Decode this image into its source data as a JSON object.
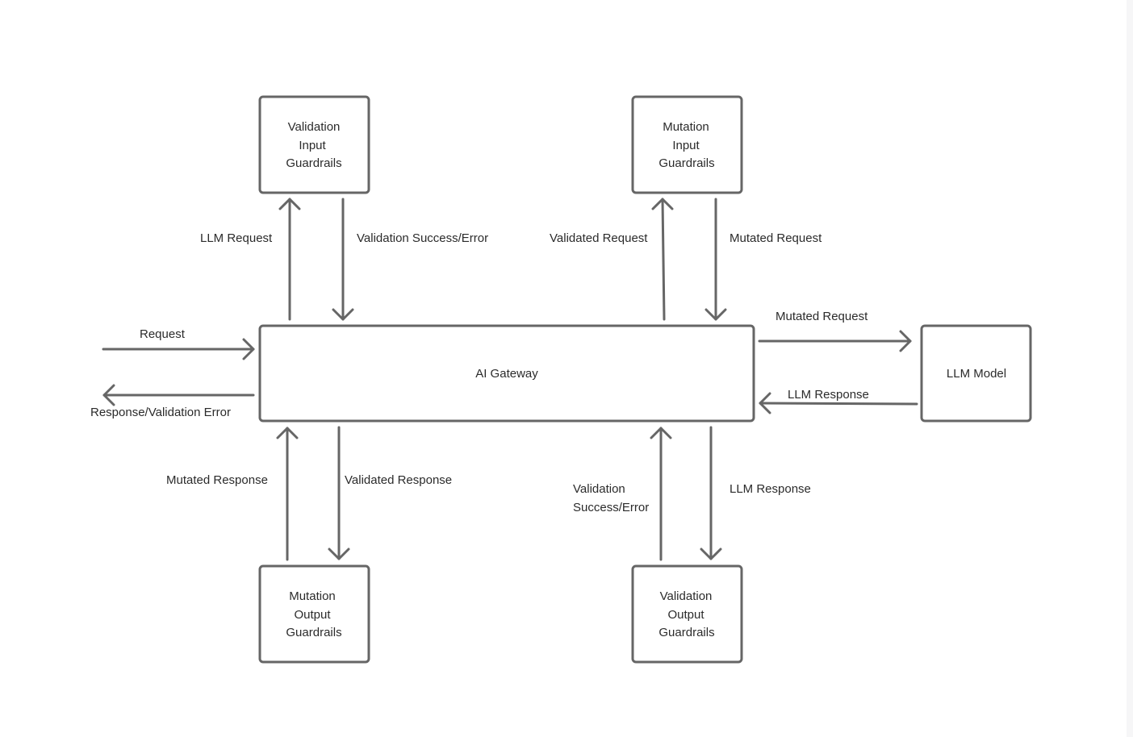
{
  "boxes": {
    "validation_input": [
      "Validation",
      "Input",
      "Guardrails"
    ],
    "mutation_input": [
      "Mutation",
      "Input",
      "Guardrails"
    ],
    "gateway": "AI Gateway",
    "llm_model": "LLM Model",
    "mutation_output": [
      "Mutation",
      "Output",
      "Guardrails"
    ],
    "validation_output": [
      "Validation",
      "Output",
      "Guardrails"
    ]
  },
  "labels": {
    "llm_request": "LLM Request",
    "validation_success_error": "Validation Success/Error",
    "validated_request": "Validated Request",
    "mutated_request_top": "Mutated Request",
    "mutated_request_right": "Mutated  Request",
    "request": "Request",
    "response_validation_error": "Response/Validation Error",
    "llm_response_right": "LLM Response",
    "mutated_response": "Mutated Response",
    "validated_response": "Validated Response",
    "validation_success_error_bottom": [
      "Validation",
      "Success/Error"
    ],
    "llm_response_bottom": "LLM Response"
  },
  "colors": {
    "stroke": "#666666",
    "text": "#2b2b2b",
    "background": "#ffffff"
  }
}
